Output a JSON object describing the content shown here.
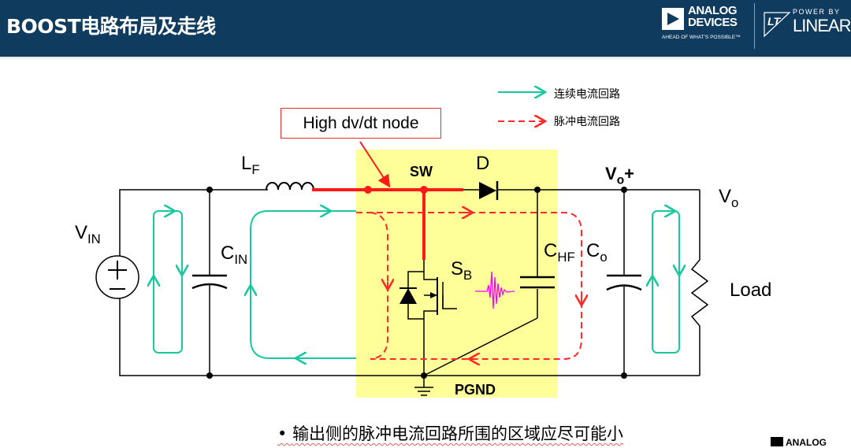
{
  "header": {
    "title": "BOOST电路布局及走线",
    "logo_adi": {
      "line1": "ANALOG",
      "line2": "DEVICES",
      "tagline": "AHEAD OF WHAT'S POSSIBLE™"
    },
    "logo_linear": {
      "line1": "POWER BY",
      "line2": "LINEAR"
    }
  },
  "legend": [
    {
      "label": "连续电流回路",
      "style": "solid-arrow",
      "color": "#19c8a0"
    },
    {
      "label": "脉冲电流回路",
      "style": "dashed-arrow",
      "color": "#ff2a2a"
    }
  ],
  "callout": "High dv/dt node",
  "labels": {
    "vin": "V",
    "vin_sub": "IN",
    "lf": "L",
    "lf_sub": "F",
    "cin": "C",
    "cin_sub": "IN",
    "sw": "SW",
    "d": "D",
    "vo_plus": "V",
    "vo_plus_sub": "o",
    "vo_plus_suffix": "+",
    "vo": "V",
    "vo_sub": "o",
    "sb": "S",
    "sb_sub": "B",
    "chf": "C",
    "chf_sub": "HF",
    "co": "C",
    "co_sub": "o",
    "load": "Load",
    "pgnd": "PGND"
  },
  "colors": {
    "header_bg": "#0e3b5e",
    "hot_zone": "#ffff99",
    "high_dvdt": "#ff1a1a",
    "continuous": "#19c8a0",
    "pulse": "#ff2a2a",
    "ringing": "#ff00ff"
  },
  "bullet": "输出侧的脉冲电流回路所围的区域应尽可能小",
  "footer_logo": "ANALOG"
}
